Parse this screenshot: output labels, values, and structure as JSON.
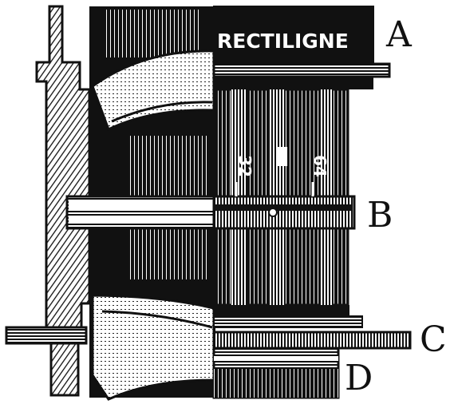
{
  "figure": {
    "engraved_text": "RECTILIGNE",
    "scale_marks": [
      "32",
      "64"
    ],
    "callouts": [
      "A",
      "B",
      "C",
      "D"
    ]
  }
}
